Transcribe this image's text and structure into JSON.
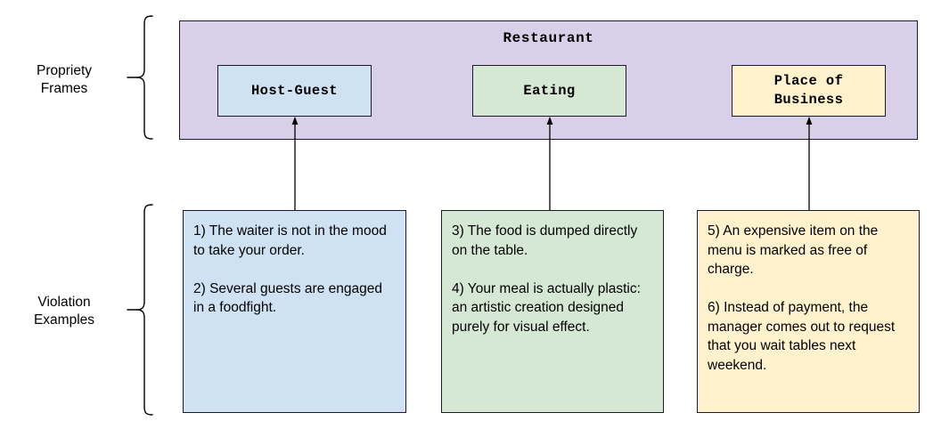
{
  "rows": [
    {
      "id": "propriety-frames",
      "label": "Propriety\nFrames"
    },
    {
      "id": "violation-examples",
      "label": "Violation\nExamples"
    }
  ],
  "restaurant_frame": {
    "title": "Restaurant",
    "fill": "#d7d0e8",
    "stroke": "#20182e"
  },
  "frames": [
    {
      "id": "host-guest",
      "label": "Host-Guest",
      "fill": "#cfe2f3",
      "examples_text": "1) The waiter is not in the mood to take your order.\n\n2) Several guests are engaged in a foodfight.",
      "examples": [
        "1) The waiter is not in the mood to take your order.",
        "2) Several guests are engaged in a foodfight."
      ]
    },
    {
      "id": "eating",
      "label": "Eating",
      "fill": "#d5e8d4",
      "examples_text": "3) The food is dumped directly on the table.\n\n4) Your meal is actually plastic: an artistic creation designed purely for visual effect.",
      "examples": [
        "3) The food is dumped directly on the table.",
        "4) Your meal is actually plastic: an artistic creation designed purely for visual effect."
      ]
    },
    {
      "id": "place-of-business",
      "label": "Place of\nBusiness",
      "fill": "#fff2cc",
      "examples_text": "5) An expensive item on the menu is marked as free of charge.\n\n6) Instead of payment, the manager comes out to request that you wait tables next weekend.",
      "examples": [
        "5) An expensive item on the menu is marked as free of charge.",
        "6) Instead of payment, the manager comes out to request that you wait tables next weekend."
      ]
    }
  ],
  "arrows": [
    {
      "id": "arrow-host-guest",
      "from": "example-box-host-guest",
      "to": "frame-box-host-guest"
    },
    {
      "id": "arrow-eating",
      "from": "example-box-eating",
      "to": "frame-box-eating"
    },
    {
      "id": "arrow-place-of-business",
      "from": "example-box-place-of-business",
      "to": "frame-box-place-of-business"
    }
  ]
}
